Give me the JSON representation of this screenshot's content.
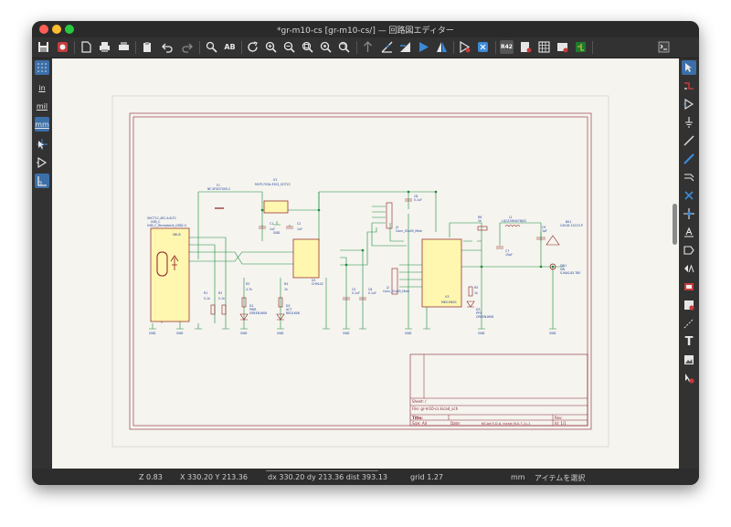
{
  "window": {
    "title": "*gr-m10-cs [gr-m10-cs/] — 回路図エディター"
  },
  "toolbar": {
    "icons": [
      "save-icon",
      "settings-icon",
      "new-page-icon",
      "print-icon",
      "plot-icon",
      "paste-icon",
      "undo-icon",
      "redo-icon",
      "find-icon",
      "find-replace-icon",
      "refresh-icon",
      "zoom-in-icon",
      "zoom-out-icon",
      "zoom-fit-icon",
      "zoom-selection-icon",
      "zoom-area-icon",
      "navigate-up-icon",
      "sheet-icon",
      "annotate-icon",
      "erc-icon",
      "mirror-icon",
      "symbol-editor-icon",
      "library-icon",
      "annotate-r42-icon",
      "bom-icon",
      "netlist-icon",
      "footprint-icon",
      "pcb-icon",
      "python-icon"
    ],
    "annotate_label": "R42"
  },
  "left_toolbar": {
    "grid_icon": "grid-icon",
    "unit_in": "in",
    "unit_mil": "mil",
    "unit_mm": "mm",
    "cursor_icon": "full-cursor-icon",
    "pin_icon": "hidden-pins-icon",
    "angle_icon": "angle-icon"
  },
  "right_toolbar": {
    "tools": [
      "select-icon",
      "highlight-net-icon",
      "add-symbol-icon",
      "add-power-icon",
      "add-wire-icon",
      "add-bus-icon",
      "add-bus-entry-icon",
      "no-connect-icon",
      "add-junction-icon",
      "add-label-icon",
      "add-global-label-icon",
      "add-hier-label-icon",
      "add-sheet-icon",
      "import-sheet-pin-icon",
      "add-graphic-line-icon",
      "add-text-icon",
      "add-image-icon",
      "delete-icon"
    ],
    "text_glyph": "T"
  },
  "schematic": {
    "usb_lines": [
      "SHCT1C-4EC-A-B-T0",
      "USB_C",
      "USB_C_Receptacle_USB2.0"
    ],
    "fuse": [
      "F1",
      "NF-SF0D7000-2"
    ],
    "regulator": [
      "U1",
      "MCP1703A-3302_SOT23"
    ],
    "reg_caps": [
      "C1",
      "1uF",
      "C2",
      "1uF"
    ],
    "usb_uart": [
      "U2",
      "CH9102"
    ],
    "conn1": [
      "J3",
      "Conn_01x05_Male"
    ],
    "conn2": [
      "J2",
      "Conn_01x05_Male"
    ],
    "mcu": [
      "U3",
      "MKV-MK01"
    ],
    "cap_left": [
      "C5",
      "0.1uF"
    ],
    "cap_right": [
      "C6",
      "0.1uF"
    ],
    "cap_top": [
      "C8",
      "0.1uF"
    ],
    "r_top": [
      "R6",
      "1k"
    ],
    "inductor": [
      "L1",
      "LQG15HN47NJ02"
    ],
    "cap_mid": [
      "C7",
      "15pF"
    ],
    "cap_rf": [
      "C9",
      "1pF"
    ],
    "antenna": [
      "BA1",
      "C4016-12223-P"
    ],
    "switch": [
      "SW1",
      "SW",
      "S-MAS-85-TKE"
    ],
    "resistors": [
      "R1",
      "5.1k",
      "R2",
      "5.1k",
      "R3",
      "4.7k",
      "R4",
      "1k",
      "R5",
      "1k"
    ],
    "leds": [
      "D1",
      "PWR",
      "GREEN1608",
      "D2",
      "ACT",
      "RED1608",
      "D3",
      "PP3",
      "GREEN1608"
    ],
    "gnd": "GND",
    "vbus": "VBUS"
  },
  "title_block": {
    "sheet": "Sheet: /",
    "file": "File: gr-m10-cs.kicad_sch",
    "title_label": "Title:",
    "size": "Size: A4",
    "date": "Date:",
    "rev": "Rev:",
    "kicad": "KiCad E.D.A.  kicad (6.0.7-1)-1",
    "id": "Id: 1/1"
  },
  "status": {
    "zoom": "Z 0.83",
    "coords": "X 330.20  Y 213.36",
    "delta": "dx 330.20  dy 213.36  dist 393.13",
    "grid": "grid 1.27",
    "units": "mm",
    "mode": "アイテムを選択"
  },
  "colors": {
    "frame": "#8a2230",
    "wire": "#1a8a3a",
    "part": "#8a1c1c",
    "chip_fill": "#fff6b0",
    "label": "#1f3f9a",
    "accent": "#3c8ad8"
  }
}
